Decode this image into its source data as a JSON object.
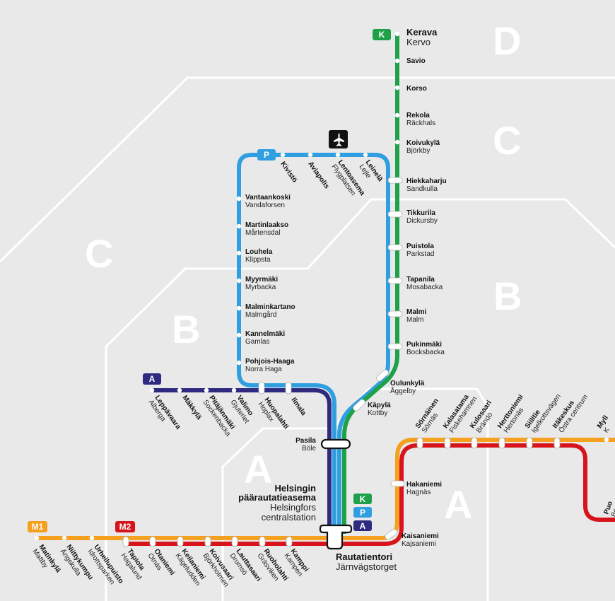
{
  "colors": {
    "background": "#e9e9e9",
    "zone_line": "#ffffff",
    "line_blue": "#2f9fe0",
    "line_green": "#1fa14a",
    "line_navy": "#2e2a7f",
    "metro_orange": "#f5a01e",
    "metro_red": "#d7141b"
  },
  "zones": [
    "A",
    "B",
    "C",
    "D"
  ],
  "lines": [
    {
      "id": "K",
      "color": "#1fa14a"
    },
    {
      "id": "P",
      "color": "#2f9fe0"
    },
    {
      "id": "A",
      "color": "#2e2a7f"
    },
    {
      "id": "M1",
      "color": "#f5a01e"
    },
    {
      "id": "M2",
      "color": "#d7141b"
    }
  ],
  "airport_icon": "airplane-icon",
  "stations": {
    "kerava": {
      "fi": "Kerava",
      "sv": "Kervo"
    },
    "savio": {
      "fi": "Savio",
      "sv": ""
    },
    "korso": {
      "fi": "Korso",
      "sv": ""
    },
    "rekola": {
      "fi": "Rekola",
      "sv": "Räckhals"
    },
    "koivukyla": {
      "fi": "Koivukylä",
      "sv": "Björkby"
    },
    "hiekkaharju": {
      "fi": "Hiekkaharju",
      "sv": "Sandkulla"
    },
    "tikkurila": {
      "fi": "Tikkurila",
      "sv": "Dickursby"
    },
    "puistola": {
      "fi": "Puistola",
      "sv": "Parkstad"
    },
    "tapanila": {
      "fi": "Tapanila",
      "sv": "Mosabacka"
    },
    "malmi": {
      "fi": "Malmi",
      "sv": "Malm"
    },
    "pukinmaki": {
      "fi": "Pukinmäki",
      "sv": "Bocksbacka"
    },
    "oulunkyla": {
      "fi": "Oulunkylä",
      "sv": "Åggelby"
    },
    "kapyla": {
      "fi": "Käpylä",
      "sv": "Kottby"
    },
    "pasila": {
      "fi": "Pasila",
      "sv": "Böle"
    },
    "helsinki": {
      "fi1": "Helsingin",
      "fi2": "päärautatieasema",
      "sv1": "Helsingfors",
      "sv2": "centralstation"
    },
    "rautatientori": {
      "fi": "Rautatientori",
      "sv": "Järnvägstorget"
    },
    "kaisaniemi": {
      "fi": "Kaisaniemi",
      "sv": "Kajsaniemi"
    },
    "hakaniemi": {
      "fi": "Hakaniemi",
      "sv": "Hagnäs"
    },
    "leinela": {
      "fi": "Leinelä",
      "sv": "Lejle"
    },
    "lentoasema": {
      "fi": "Lentoasema",
      "sv": "Flygplatsen"
    },
    "aviapolis": {
      "fi": "Aviapolis",
      "sv": ""
    },
    "kivisto": {
      "fi": "Kivistö",
      "sv": ""
    },
    "vantaankoski": {
      "fi": "Vantaankoski",
      "sv": "Vandaforsen"
    },
    "martinlaakso": {
      "fi": "Martinlaakso",
      "sv": "Mårtensdal"
    },
    "louhela": {
      "fi": "Louhela",
      "sv": "Klippsta"
    },
    "myyrmaki": {
      "fi": "Myyrmäki",
      "sv": "Myrbacka"
    },
    "malminkartano": {
      "fi": "Malminkartano",
      "sv": "Malmgård"
    },
    "kannelmaki": {
      "fi": "Kannelmäki",
      "sv": "Gamlas"
    },
    "pohjoishaaga": {
      "fi": "Pohjois-Haaga",
      "sv": "Norra Haga"
    },
    "ilmala": {
      "fi": "Ilmala",
      "sv": ""
    },
    "huopalahti": {
      "fi": "Huopalahti",
      "sv": "Hoplax"
    },
    "valimo": {
      "fi": "Valimo",
      "sv": "Gjuteriet"
    },
    "pitajanmaki": {
      "fi": "Pitäjänmäki",
      "sv": "Sockenbacka"
    },
    "makkyla": {
      "fi": "Mäkkylä",
      "sv": ""
    },
    "leppavaara": {
      "fi": "Leppävaara",
      "sv": "Alberga"
    },
    "matinkyla": {
      "fi": "Matinkylä",
      "sv": "Mattby"
    },
    "niittykumpu": {
      "fi": "Niittykumpu",
      "sv": "Ängskulla"
    },
    "urheilupuisto": {
      "fi": "Urheilupuisto",
      "sv": "Idrottsparken"
    },
    "tapiola": {
      "fi": "Tapiola",
      "sv": "Hagalund"
    },
    "otaniemi": {
      "fi": "Otaniemi",
      "sv": "Otnäs"
    },
    "keilaniemi": {
      "fi": "Keilaniemi",
      "sv": "Kägeludden"
    },
    "koivusaari": {
      "fi": "Koivusaari",
      "sv": "Björkholmen"
    },
    "lauttasaari": {
      "fi": "Lauttasaari",
      "sv": "Drumsö"
    },
    "ruoholahti": {
      "fi": "Ruoholahti",
      "sv": "Gräsviken"
    },
    "kamppi": {
      "fi": "Kamppi",
      "sv": "Kampen"
    },
    "sornainen": {
      "fi": "Sörnäinen",
      "sv": "Sörnäs"
    },
    "kalasatama": {
      "fi": "Kalasatama",
      "sv": "Fiskehamnen"
    },
    "kulosaari": {
      "fi": "Kulosaari",
      "sv": "Brändö"
    },
    "herttoniemi": {
      "fi": "Herttoniemi",
      "sv": "Hertonäs"
    },
    "siilitie": {
      "fi": "Siilitie",
      "sv": "Igelkottsvägen"
    },
    "itakeskus": {
      "fi": "Itäkeskus",
      "sv": "Östra centrum"
    },
    "myllypuro_partial": {
      "fi": "Myll",
      "sv": "K"
    },
    "puotila_partial": {
      "fi": "Puo",
      "sv": "Bo"
    }
  }
}
